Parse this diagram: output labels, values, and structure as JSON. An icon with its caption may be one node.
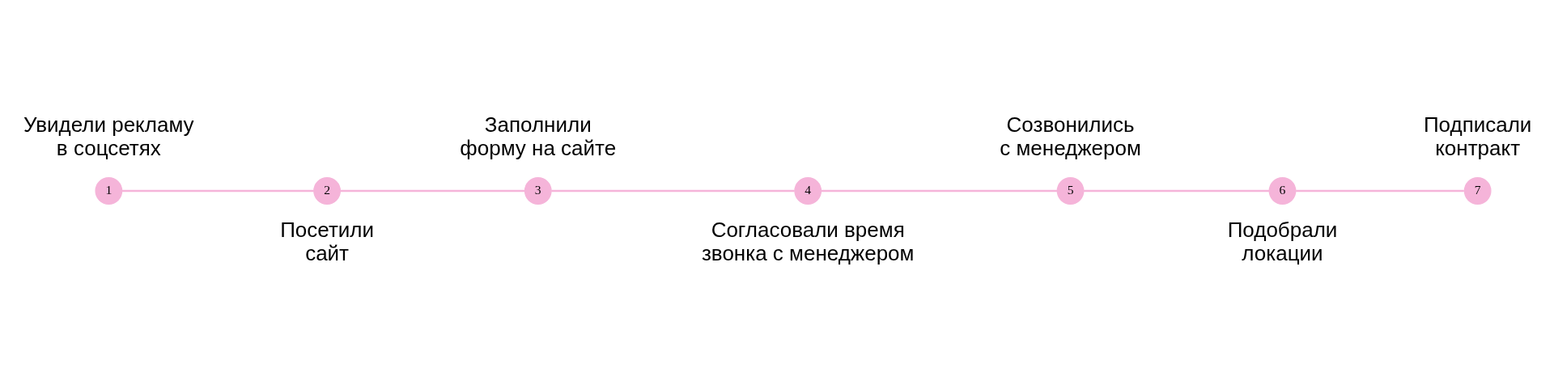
{
  "diagram": {
    "nodes": [
      {
        "text": [
          "1"
        ],
        "beside": [
          "Увидели рекламу в соцсетях"
        ]
      },
      {
        "text": [
          "2"
        ],
        "beside": [
          "Посетили сайт"
        ]
      },
      {
        "text": [
          "3"
        ],
        "beside": [
          "Заполнили форму на сайте"
        ]
      },
      {
        "text": [
          "4"
        ],
        "beside": [
          "Согласовали время звонка с менеджером"
        ]
      },
      {
        "text": [
          "5"
        ],
        "beside": [
          "Созвонились с менеджером"
        ]
      },
      {
        "text": [
          "6"
        ],
        "beside": [
          "Подобрали локации"
        ]
      },
      {
        "text": [
          "7"
        ],
        "beside": [
          "Подписали контракт"
        ]
      }
    ],
    "edges": [
      {
        "from": 0,
        "to": 1,
        "arrow": "none"
      },
      {
        "from": 1,
        "to": 2,
        "arrow": "none"
      },
      {
        "from": 2,
        "to": 3,
        "arrow": "none"
      },
      {
        "from": 3,
        "to": 4,
        "arrow": "none"
      },
      {
        "from": 4,
        "to": 5,
        "arrow": "none"
      },
      {
        "from": 5,
        "to": 6,
        "arrow": "none"
      }
    ]
  }
}
